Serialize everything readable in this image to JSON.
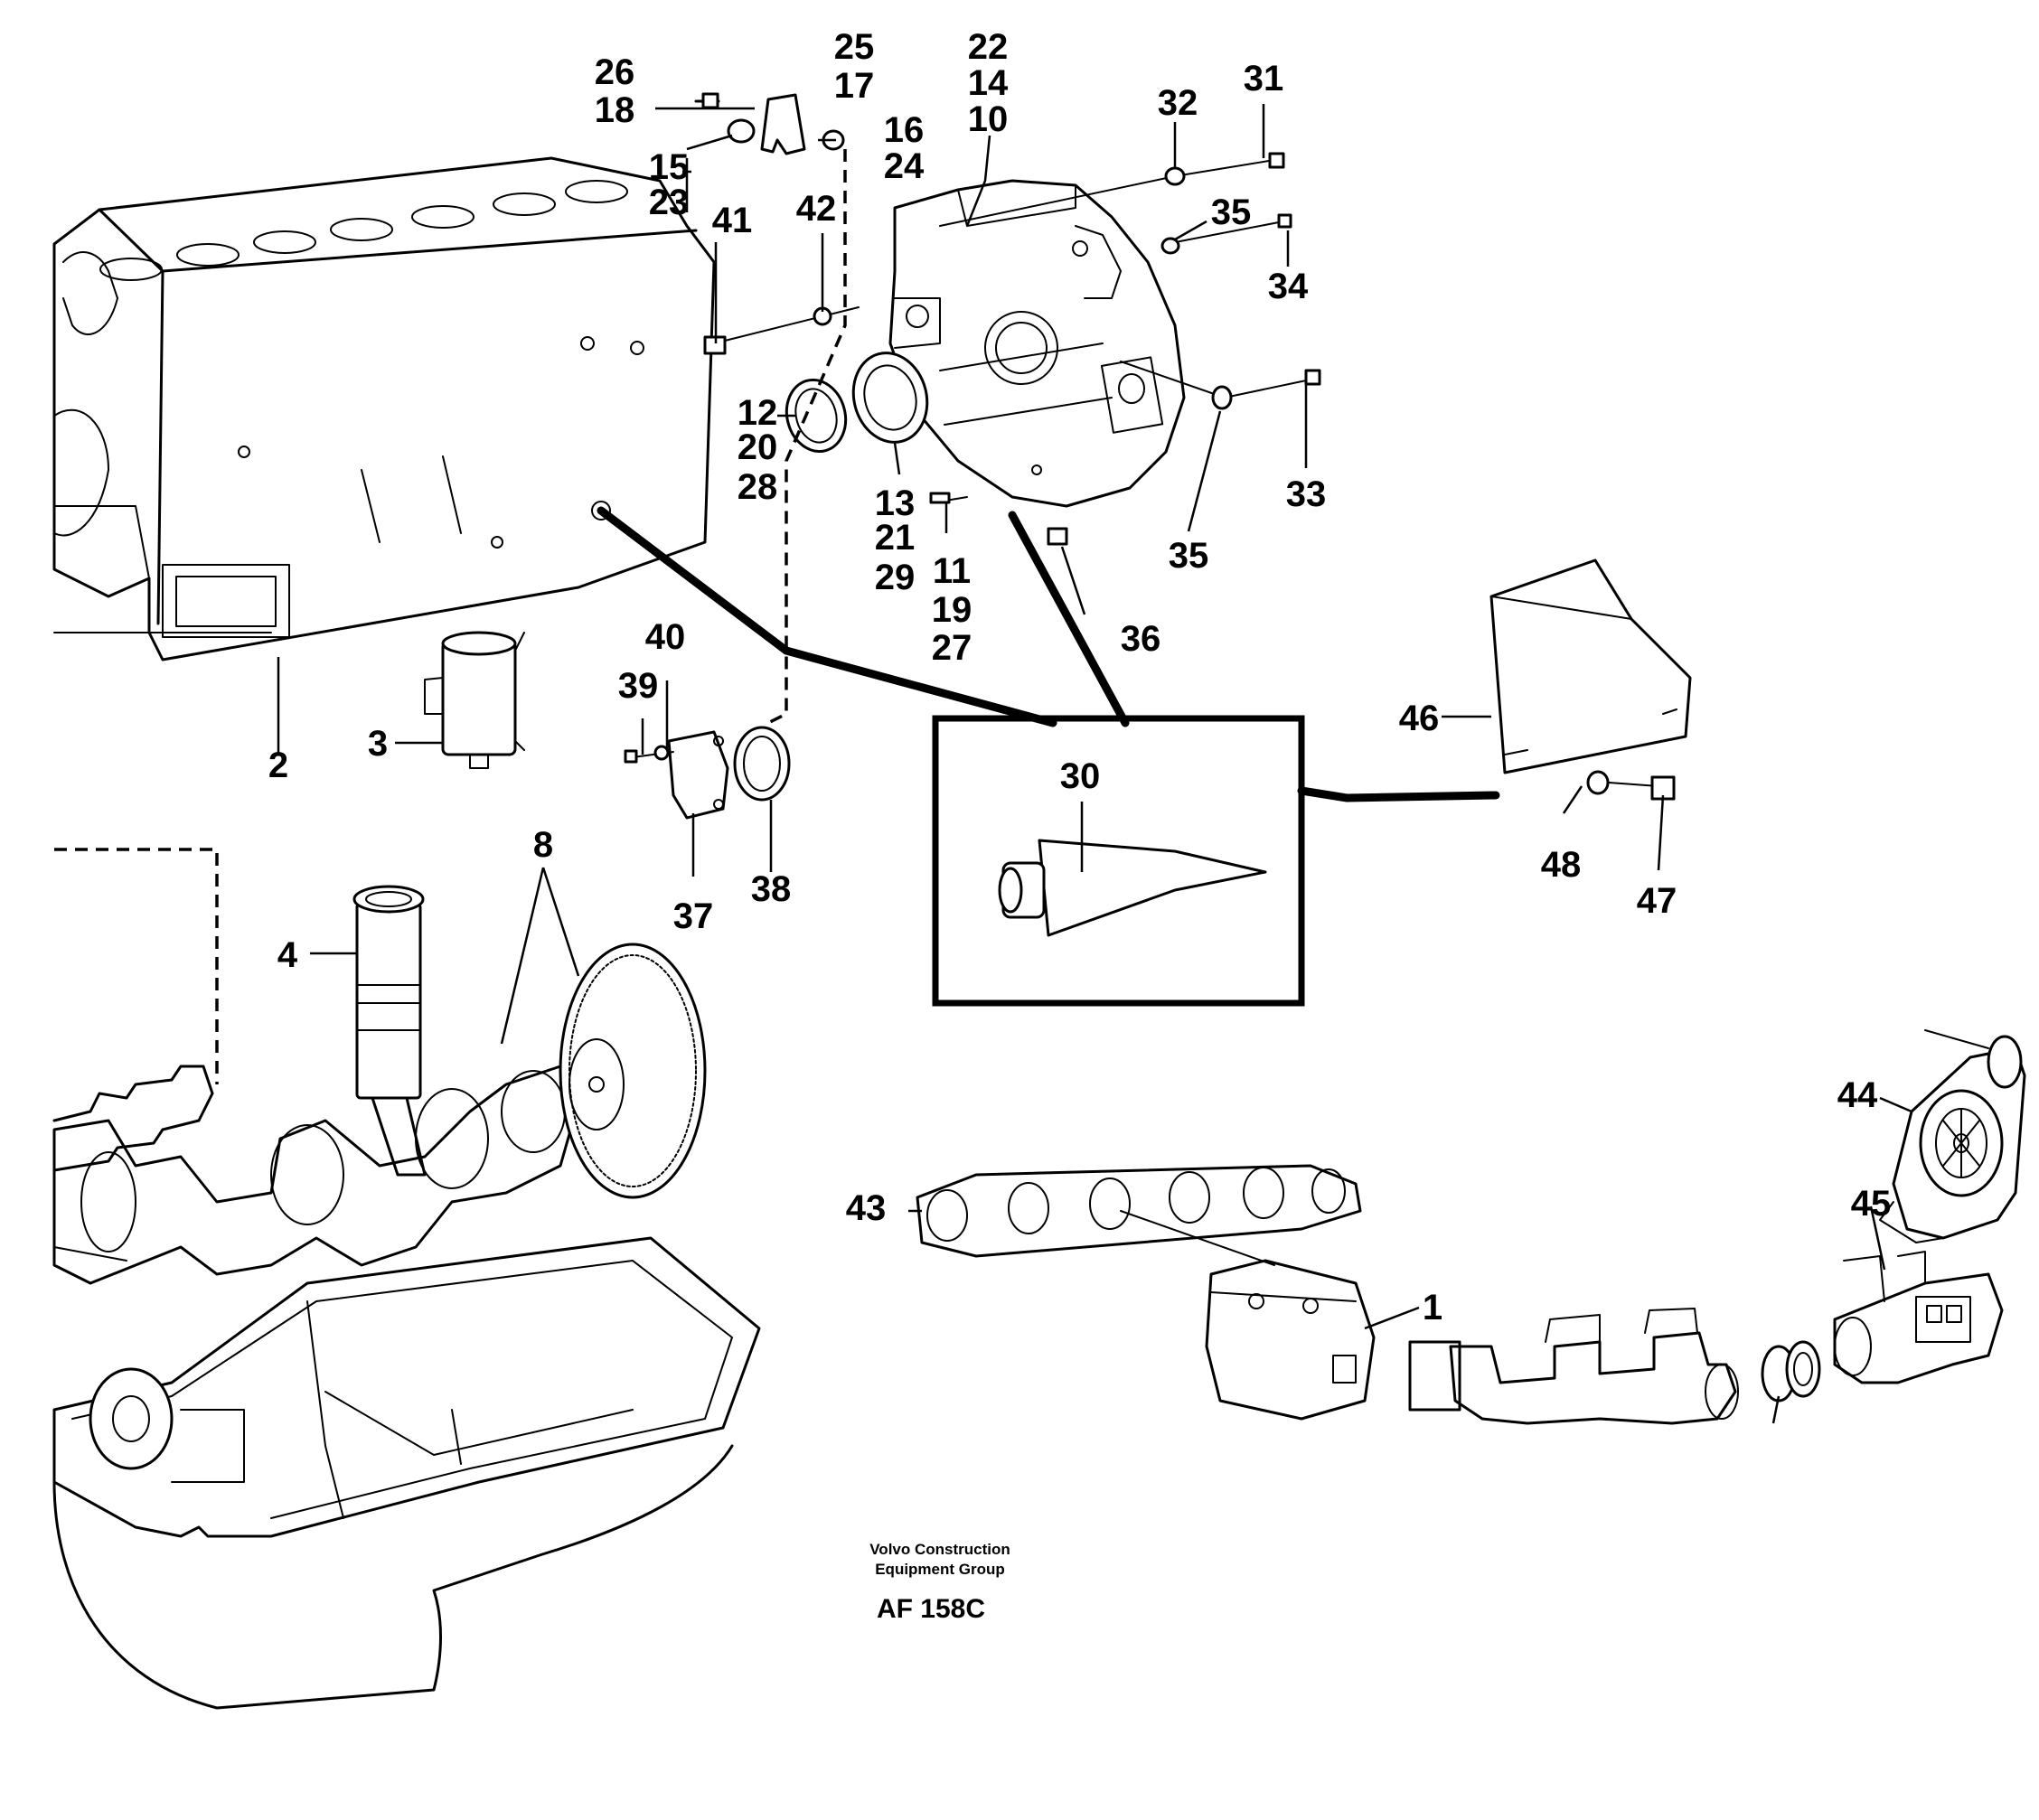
{
  "diagram": {
    "callouts": [
      "1",
      "2",
      "3",
      "4",
      "8",
      "10",
      "11",
      "12",
      "13",
      "14",
      "15",
      "16",
      "17",
      "18",
      "19",
      "20",
      "21",
      "22",
      "23",
      "24",
      "25",
      "26",
      "27",
      "28",
      "29",
      "30",
      "31",
      "32",
      "33",
      "34",
      "35",
      "35",
      "36",
      "37",
      "38",
      "39",
      "40",
      "41",
      "42",
      "43",
      "44",
      "45",
      "46",
      "47",
      "48"
    ],
    "footer": {
      "company_line1": "Volvo Construction",
      "company_line2": "Equipment Group",
      "drawing_id": "AF 158C"
    }
  }
}
